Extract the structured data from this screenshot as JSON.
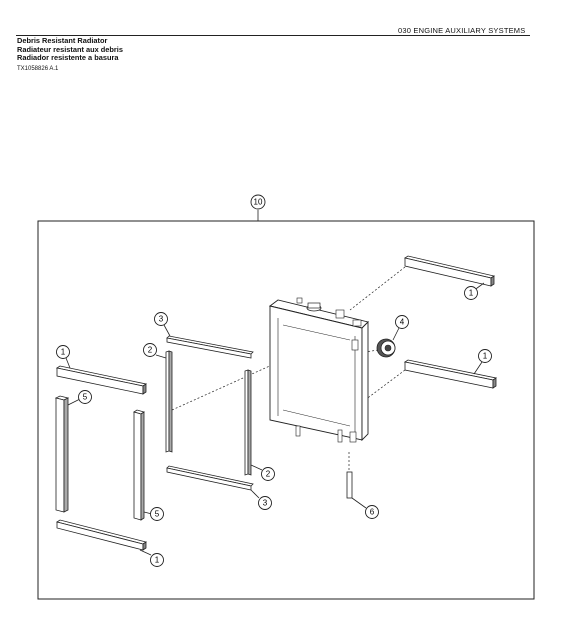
{
  "header": {
    "section_title": "030 ENGINE AUXILIARY SYSTEMS",
    "title_en": "Debris Resistant Radiator",
    "title_fr": "Radiateur resistant aux debris",
    "title_es": "Radiador resistente a basura",
    "figure_id": "TX1058826 A.1"
  },
  "callouts": {
    "assembly": "10",
    "seal_top_right": "1",
    "seal_mid_right": "1",
    "seal_left_top": "1",
    "seal_left_bottom": "1",
    "strip_left_a": "2",
    "strip_right_a": "2",
    "strip_top": "3",
    "strip_bottom": "3",
    "cap": "4",
    "seal_vertical_left": "5",
    "seal_vertical_mid": "5",
    "stud": "6"
  }
}
